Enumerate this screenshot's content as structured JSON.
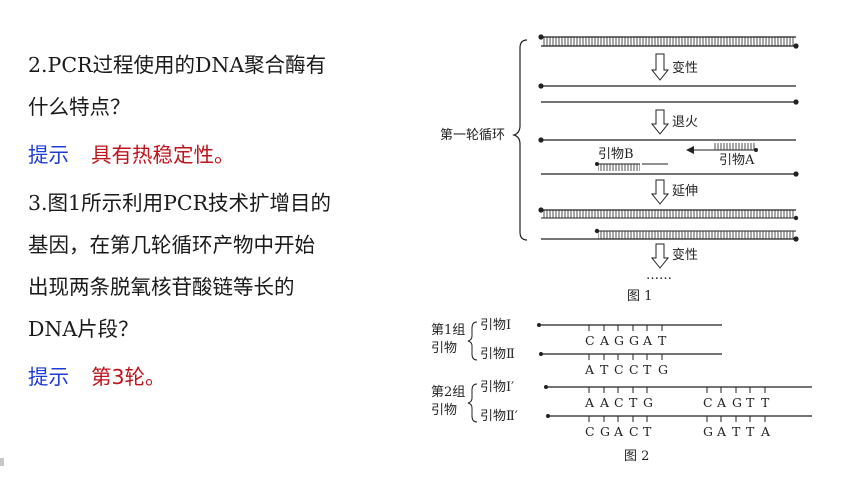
{
  "q2": {
    "line1": "2.PCR过程使用的DNA聚合酶有",
    "line2": "什么特点？"
  },
  "a2": {
    "label": "提示",
    "text": "具有热稳定性。"
  },
  "q3": {
    "line1": "3.图1所示利用PCR技术扩增目的",
    "line2": "基因，在第几轮循环产物中开始",
    "line3": "出现两条脱氧核苷酸链等长的",
    "line4": "DNA片段？"
  },
  "a3": {
    "label": "提示",
    "text": "第3轮。"
  },
  "fig1": {
    "cycle_label": "第一轮循环",
    "steps": [
      "变性",
      "退火",
      "延伸",
      "变性"
    ],
    "primer_b": "引物B",
    "primer_a": "引物A",
    "ellipsis": "……",
    "caption": "图 1"
  },
  "fig2": {
    "group1": "第1组",
    "group1_sub": "引物",
    "group2": "第2组",
    "group2_sub": "引物",
    "primer_1": "引物Ⅰ",
    "primer_2": "引物Ⅱ",
    "primer_1p": "引物Ⅰ′",
    "primer_2p": "引物Ⅱ′",
    "seq1_top": [
      "C",
      "A",
      "G",
      "G",
      "A",
      "T"
    ],
    "seq1_bot": [
      "A",
      "T",
      "C",
      "C",
      "T",
      "G"
    ],
    "seq2_top_a": [
      "A",
      "A",
      "C",
      "T",
      "G"
    ],
    "seq2_top_b": [
      "C",
      "A",
      "G",
      "T",
      "T"
    ],
    "seq2_bot_a": [
      "C",
      "G",
      "A",
      "C",
      "T"
    ],
    "seq2_bot_b": [
      "G",
      "A",
      "T",
      "T",
      "A"
    ],
    "caption": "图 2"
  }
}
